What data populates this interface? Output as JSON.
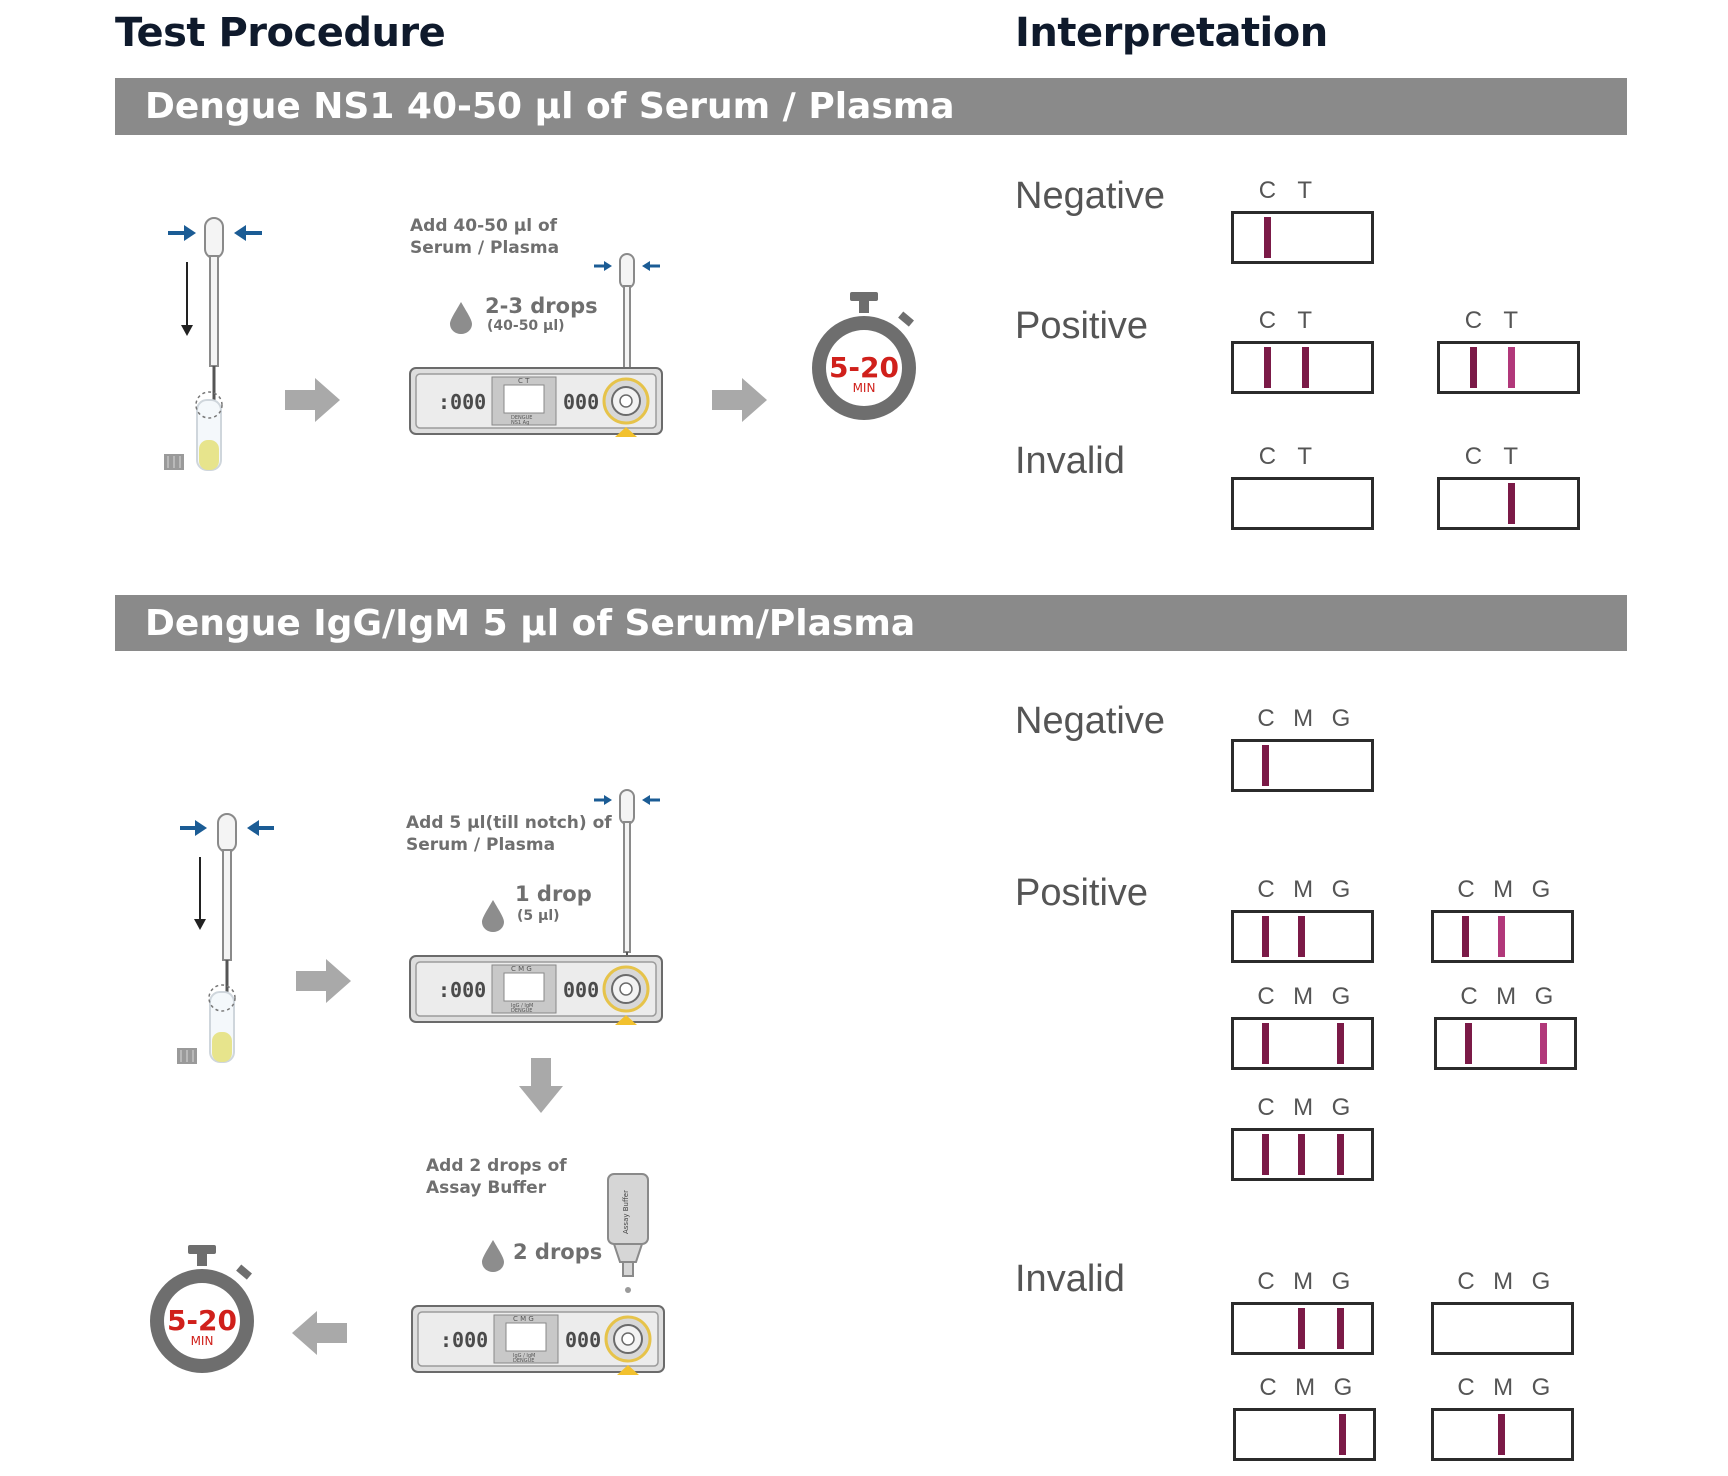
{
  "headings": {
    "procedure": "Test Procedure",
    "interpretation": "Interpretation"
  },
  "ns1": {
    "banner": "Dengue NS1  40-50 µl of Serum / Plasma",
    "instruction_line1": "Add 40-50 µl of",
    "instruction_line2": "Serum / Plasma",
    "drops_label": "2-3 drops",
    "drops_sub": "(40-50 µl)",
    "device_window_letters": "C  T",
    "device_digits_left": ":000",
    "device_digits_right": "000",
    "device_label_line1": "DENGUE",
    "device_label_line2": "NS1 Ag",
    "timer_value": "5-20",
    "timer_unit": "MIN",
    "results": {
      "negative": "Negative",
      "positive": "Positive",
      "invalid": "Invalid"
    },
    "strip_letters": [
      "C",
      "T"
    ]
  },
  "igg": {
    "banner": "Dengue IgG/IgM 5 µl of Serum/Plasma",
    "instruction_line1": "Add 5 µl(till notch) of",
    "instruction_line2": "Serum / Plasma",
    "drops_label": "1 drop",
    "drops_sub": "(5 µl)",
    "buffer_line1": "Add 2 drops of",
    "buffer_line2": "Assay Buffer",
    "buffer_drops": "2 drops",
    "buffer_bottle_label": "Assay Buffer",
    "device_window_letters": "C M G",
    "device_digits_left": ":000",
    "device_digits_right": "000",
    "device_label_line1": "IgG / IgM",
    "device_label_line2": "DENGUE",
    "timer_value": "5-20",
    "timer_unit": "MIN",
    "results": {
      "negative": "Negative",
      "positive": "Positive",
      "invalid": "Invalid"
    },
    "strip_letters": [
      "C",
      "M",
      "G"
    ]
  },
  "colors": {
    "banner": "#8a8a8a",
    "band_dark": "#7b1a47",
    "band_light": "#b1387a",
    "timer_ring": "#6e6e6e",
    "timer_text": "#d0201b",
    "arrow": "#a9a9a9",
    "squeeze_arrow": "#1b5c95",
    "sample_fluid": "#e7e48c",
    "notch": "#f2c12e"
  },
  "strips": [
    {
      "group": "ns1",
      "result": "negative",
      "bands": [
        {
          "line": "C",
          "tone": "dark"
        }
      ]
    },
    {
      "group": "ns1",
      "result": "positive",
      "bands": [
        {
          "line": "C",
          "tone": "dark"
        },
        {
          "line": "T",
          "tone": "dark"
        }
      ]
    },
    {
      "group": "ns1",
      "result": "positive",
      "bands": [
        {
          "line": "C",
          "tone": "dark"
        },
        {
          "line": "T",
          "tone": "light"
        }
      ]
    },
    {
      "group": "ns1",
      "result": "invalid",
      "bands": []
    },
    {
      "group": "ns1",
      "result": "invalid",
      "bands": [
        {
          "line": "T",
          "tone": "dark"
        }
      ]
    },
    {
      "group": "igg",
      "result": "negative",
      "bands": [
        {
          "line": "C",
          "tone": "dark"
        }
      ]
    },
    {
      "group": "igg",
      "result": "positive",
      "bands": [
        {
          "line": "C",
          "tone": "dark"
        },
        {
          "line": "M",
          "tone": "dark"
        }
      ]
    },
    {
      "group": "igg",
      "result": "positive",
      "bands": [
        {
          "line": "C",
          "tone": "dark"
        },
        {
          "line": "M",
          "tone": "light"
        }
      ]
    },
    {
      "group": "igg",
      "result": "positive",
      "bands": [
        {
          "line": "C",
          "tone": "dark"
        },
        {
          "line": "G",
          "tone": "dark"
        }
      ]
    },
    {
      "group": "igg",
      "result": "positive",
      "bands": [
        {
          "line": "C",
          "tone": "dark"
        },
        {
          "line": "G",
          "tone": "light"
        }
      ]
    },
    {
      "group": "igg",
      "result": "positive",
      "bands": [
        {
          "line": "C",
          "tone": "dark"
        },
        {
          "line": "M",
          "tone": "dark"
        },
        {
          "line": "G",
          "tone": "dark"
        }
      ]
    },
    {
      "group": "igg",
      "result": "invalid",
      "bands": [
        {
          "line": "M",
          "tone": "dark"
        },
        {
          "line": "G",
          "tone": "dark"
        }
      ]
    },
    {
      "group": "igg",
      "result": "invalid",
      "bands": []
    },
    {
      "group": "igg",
      "result": "invalid",
      "bands": [
        {
          "line": "G",
          "tone": "dark"
        }
      ]
    },
    {
      "group": "igg",
      "result": "invalid",
      "bands": [
        {
          "line": "M",
          "tone": "dark"
        }
      ]
    }
  ]
}
